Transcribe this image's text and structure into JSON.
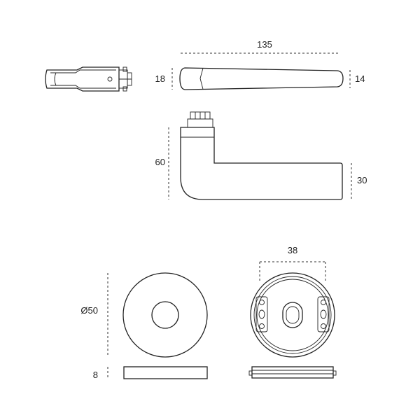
{
  "dimensions": {
    "lever_length": "135",
    "lever_thickness_left": "18",
    "lever_thickness_right": "14",
    "lever_height": "60",
    "lever_grip_height": "30",
    "key_escutcheon_width": "38",
    "rose_diameter": "Ø50",
    "rose_depth": "8"
  }
}
